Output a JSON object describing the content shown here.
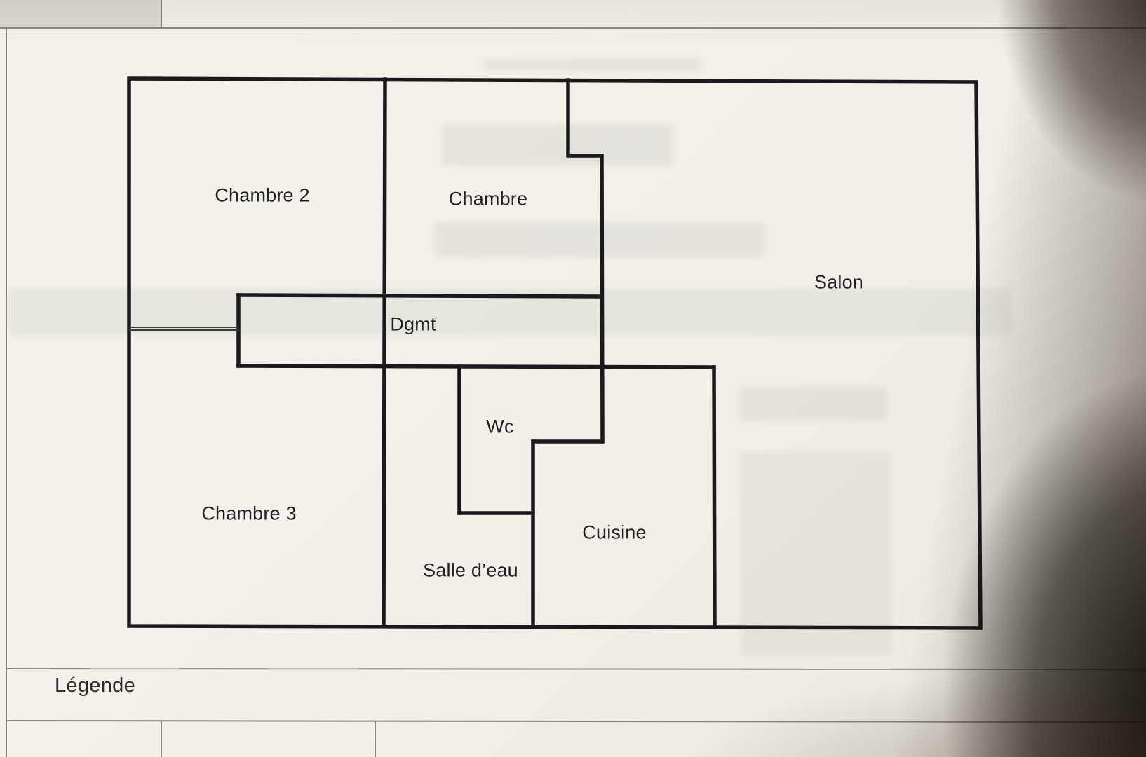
{
  "photo": {
    "paper_color": "#f2efe8",
    "wall_color": "#1a191d",
    "rule_color": "#87847e"
  },
  "floorplan": {
    "rooms": [
      {
        "label": "Chambre 2"
      },
      {
        "label": "Chambre"
      },
      {
        "label": "Salon"
      },
      {
        "label": "Dgmt"
      },
      {
        "label": "Wc"
      },
      {
        "label": "Chambre 3"
      },
      {
        "label": "Cuisine"
      },
      {
        "label": "Salle d’eau"
      }
    ]
  },
  "legend": {
    "title": "Légende"
  }
}
